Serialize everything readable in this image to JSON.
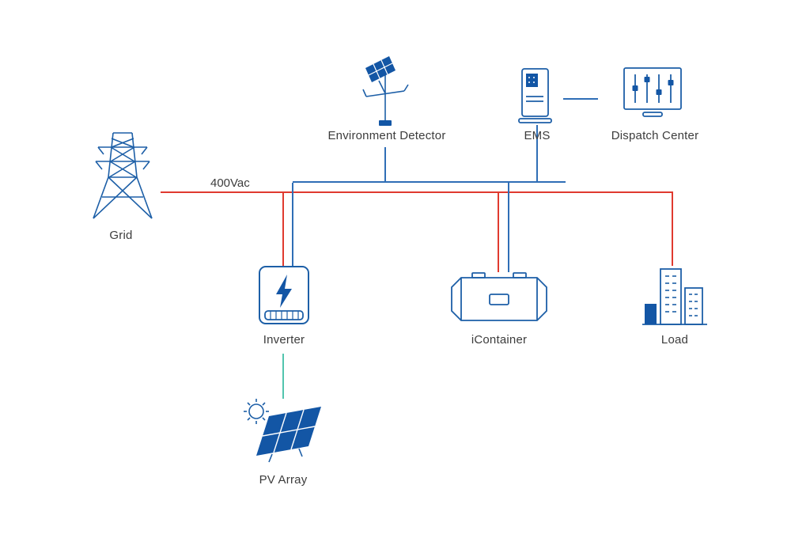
{
  "diagram": {
    "type": "energy-system-topology",
    "bus": {
      "label": "400Vac"
    },
    "nodes": {
      "grid": {
        "label": "Grid"
      },
      "environment_detector": {
        "label": "Environment Detector"
      },
      "ems": {
        "label": "EMS"
      },
      "dispatch_center": {
        "label": "Dispatch Center"
      },
      "inverter": {
        "label": "Inverter"
      },
      "icontainer": {
        "label": "iContainer"
      },
      "load": {
        "label": "Load"
      },
      "pv_array": {
        "label": "PV Array"
      }
    },
    "connections": [
      {
        "from": "grid",
        "to": "ac-bus",
        "type": "ac-power"
      },
      {
        "from": "ac-bus",
        "to": "inverter",
        "type": "ac-power"
      },
      {
        "from": "ac-bus",
        "to": "icontainer",
        "type": "ac-power"
      },
      {
        "from": "ac-bus",
        "to": "load",
        "type": "ac-power"
      },
      {
        "from": "environment_detector",
        "to": "comm-bus",
        "type": "communication"
      },
      {
        "from": "ems",
        "to": "comm-bus",
        "type": "communication"
      },
      {
        "from": "comm-bus",
        "to": "inverter",
        "type": "communication"
      },
      {
        "from": "comm-bus",
        "to": "icontainer",
        "type": "communication"
      },
      {
        "from": "ems",
        "to": "dispatch_center",
        "type": "communication"
      },
      {
        "from": "inverter",
        "to": "pv_array",
        "type": "dc-power"
      }
    ],
    "colors": {
      "ac_power_line": "#e03a2f",
      "communication_line": "#2f6eb6",
      "dc_power_line": "#52c5ae",
      "icon_stroke": "#1d5fa7",
      "icon_fill": "#1356a5",
      "label_text": "#3c3c3c",
      "background": "#ffffff"
    }
  }
}
